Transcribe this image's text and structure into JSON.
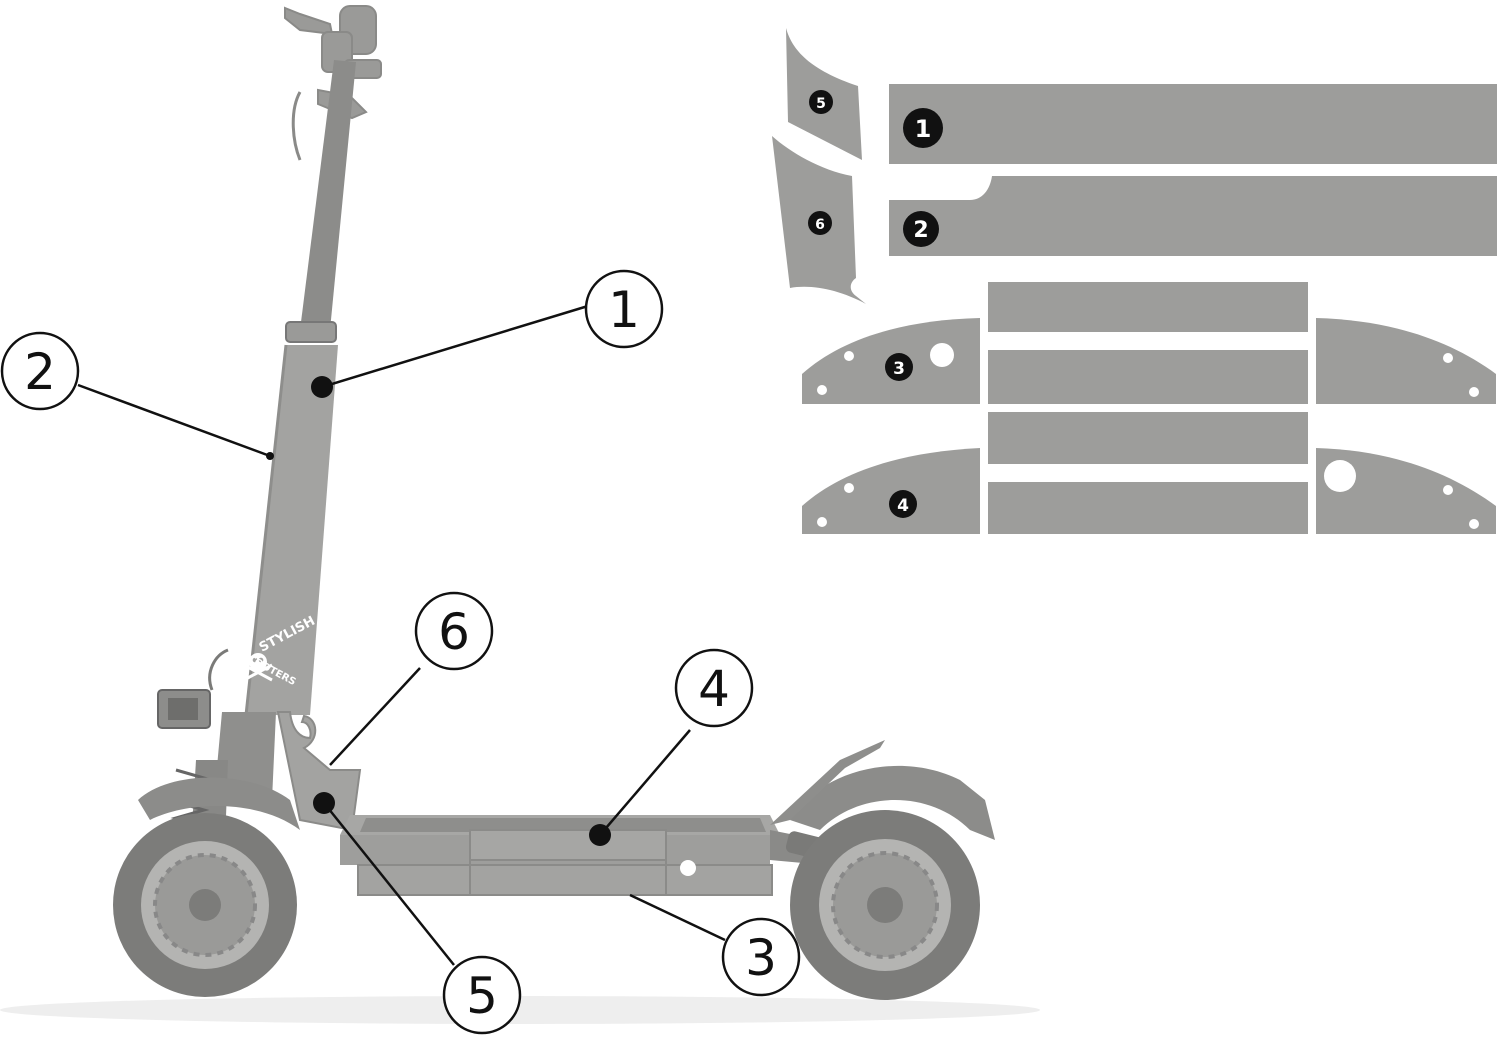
{
  "diagram": {
    "callouts": [
      {
        "id": "1",
        "label": "1"
      },
      {
        "id": "2",
        "label": "2"
      },
      {
        "id": "3",
        "label": "3"
      },
      {
        "id": "4",
        "label": "4"
      },
      {
        "id": "5",
        "label": "5"
      },
      {
        "id": "6",
        "label": "6"
      }
    ],
    "sticker_badges": [
      {
        "id": "1",
        "label": "1"
      },
      {
        "id": "2",
        "label": "2"
      },
      {
        "id": "3",
        "label": "3"
      },
      {
        "id": "4",
        "label": "4"
      },
      {
        "id": "5",
        "label": "5"
      },
      {
        "id": "6",
        "label": "6"
      }
    ],
    "logo": {
      "top_text": "STYLISH",
      "bottom_text": "SCOOTERS"
    }
  },
  "colors": {
    "sticker": "#9d9d9b",
    "scooter_body": "#a3a3a1",
    "scooter_dark": "#8a8a88",
    "tire": "#7c7c7a",
    "line": "#111111",
    "badge": "#111111",
    "background": "#ffffff"
  }
}
